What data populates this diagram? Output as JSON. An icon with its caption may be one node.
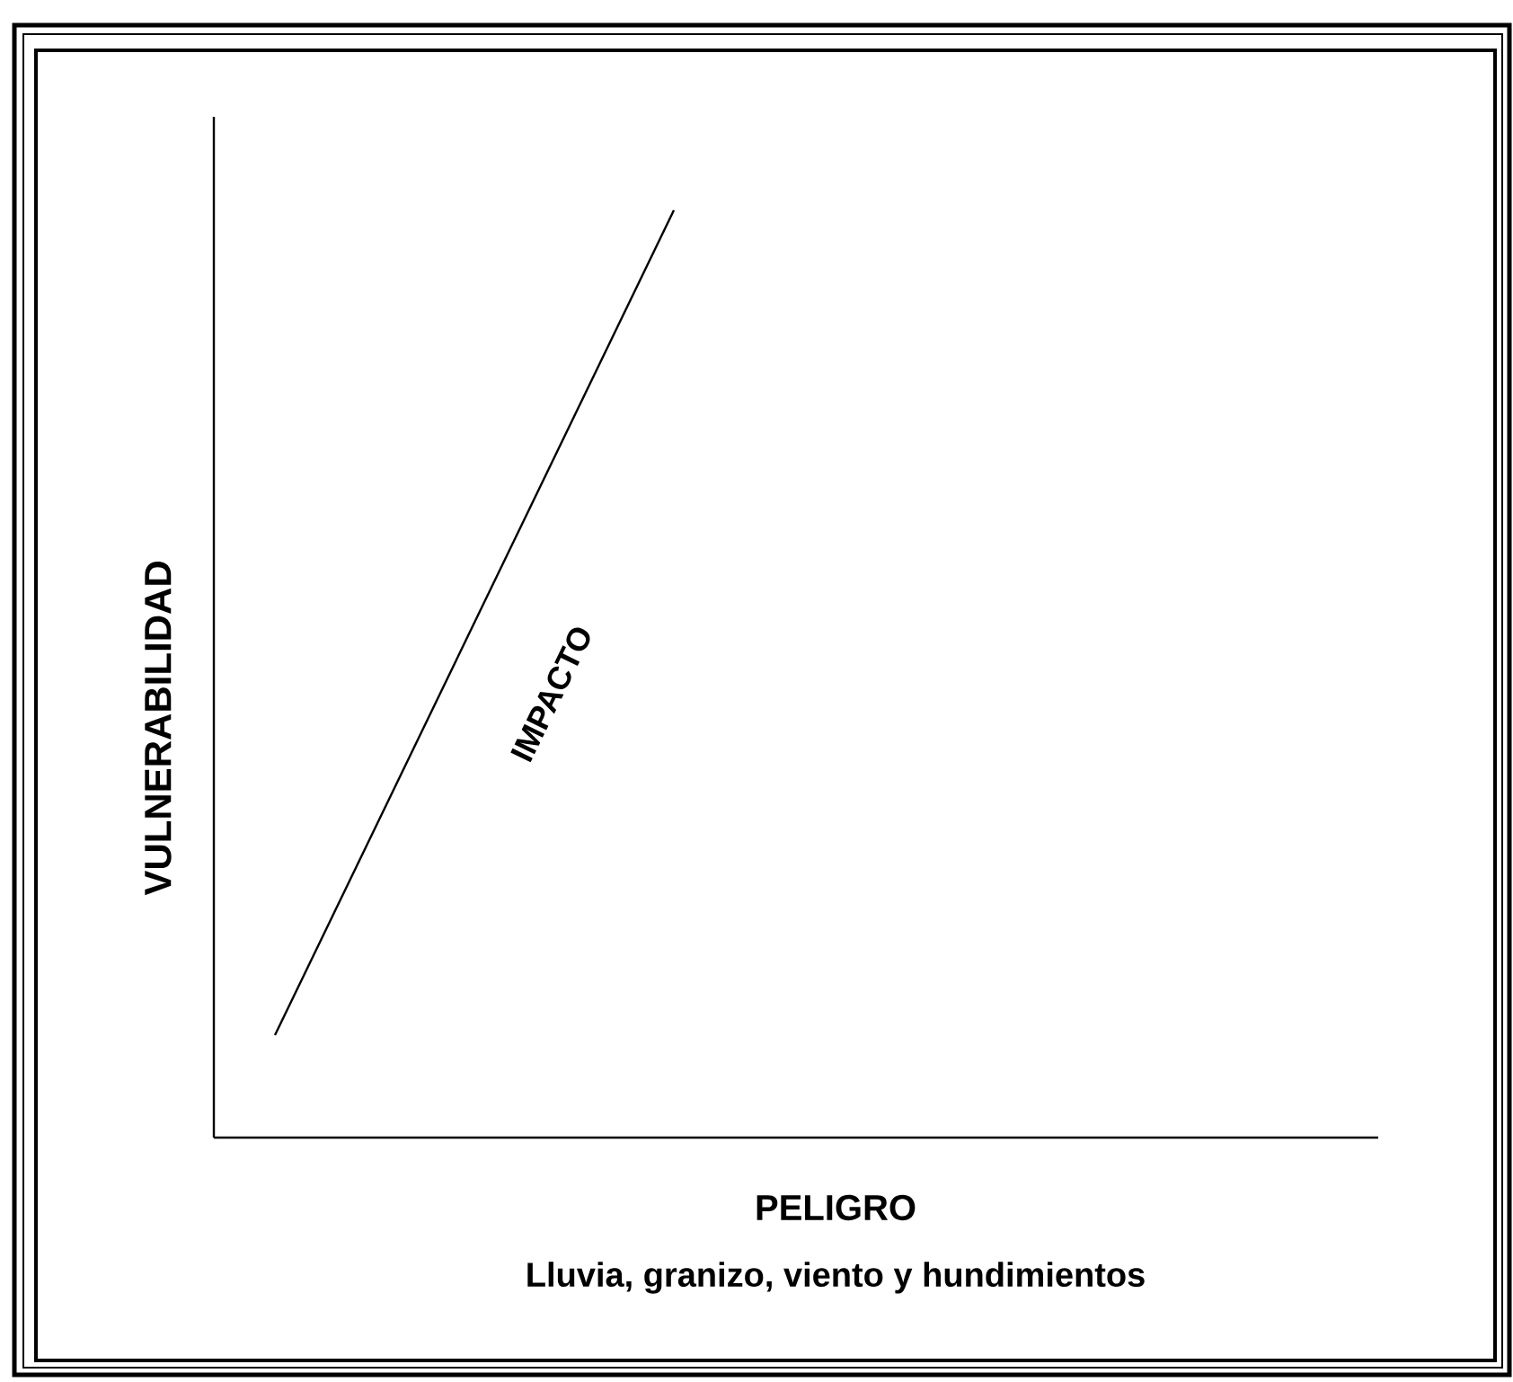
{
  "diagram": {
    "labels": [
      "VULNERABILIDAD",
      "IMPACTO",
      "PELIGRO",
      "Lluvia, granizo, viento y hundimientos"
    ]
  }
}
